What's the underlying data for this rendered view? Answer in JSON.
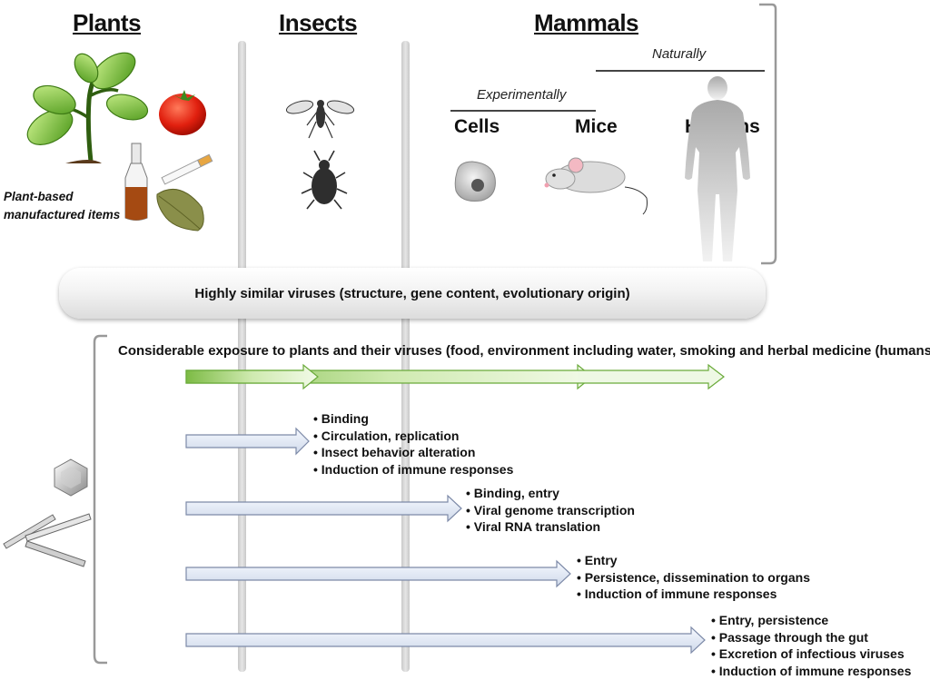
{
  "columns": {
    "plants": "Plants",
    "insects": "Insects",
    "mammals": "Mammals"
  },
  "mammals": {
    "naturally": "Naturally",
    "experimentally": "Experimentally",
    "cells": "Cells",
    "mice": "Mice",
    "humans": "Humans"
  },
  "plant_based_label": [
    "Plant-based",
    "manufactured items"
  ],
  "banner": "Highly similar viruses (structure, gene content, evolutionary origin)",
  "exposure": "Considerable exposure to plants and their viruses (food, environment including water, smoking and herbal medicine (humans))",
  "steps": {
    "insects": [
      "Binding",
      "Circulation, replication",
      "Insect behavior alteration",
      "Induction of immune responses"
    ],
    "cells": [
      "Binding, entry",
      "Viral genome transcription",
      "Viral RNA translation"
    ],
    "mice": [
      "Entry",
      "Persistence, dissemination to organs",
      "Induction of immune responses"
    ],
    "humans": [
      "Entry, persistence",
      "Passage through the gut",
      "Excretion of infectious viruses",
      "Induction of immune responses"
    ]
  }
}
